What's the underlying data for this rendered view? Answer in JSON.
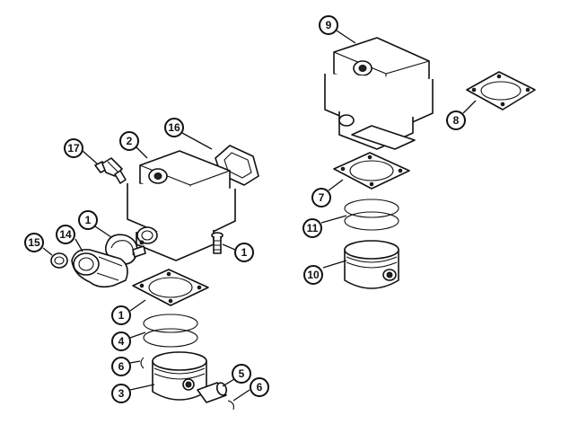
{
  "callouts": [
    {
      "id": "c9",
      "label": "9"
    },
    {
      "id": "c8",
      "label": "8"
    },
    {
      "id": "c7",
      "label": "7"
    },
    {
      "id": "c11",
      "label": "11"
    },
    {
      "id": "c10",
      "label": "10"
    },
    {
      "id": "c16",
      "label": "16"
    },
    {
      "id": "c17",
      "label": "17"
    },
    {
      "id": "c2",
      "label": "2"
    },
    {
      "id": "c1a",
      "label": "1"
    },
    {
      "id": "c14",
      "label": "14"
    },
    {
      "id": "c15",
      "label": "15"
    },
    {
      "id": "c1b",
      "label": "1"
    },
    {
      "id": "c1c",
      "label": "1"
    },
    {
      "id": "c4",
      "label": "4"
    },
    {
      "id": "c6a",
      "label": "6"
    },
    {
      "id": "c5",
      "label": "5"
    },
    {
      "id": "c3",
      "label": "3"
    },
    {
      "id": "c6b",
      "label": "6"
    }
  ]
}
